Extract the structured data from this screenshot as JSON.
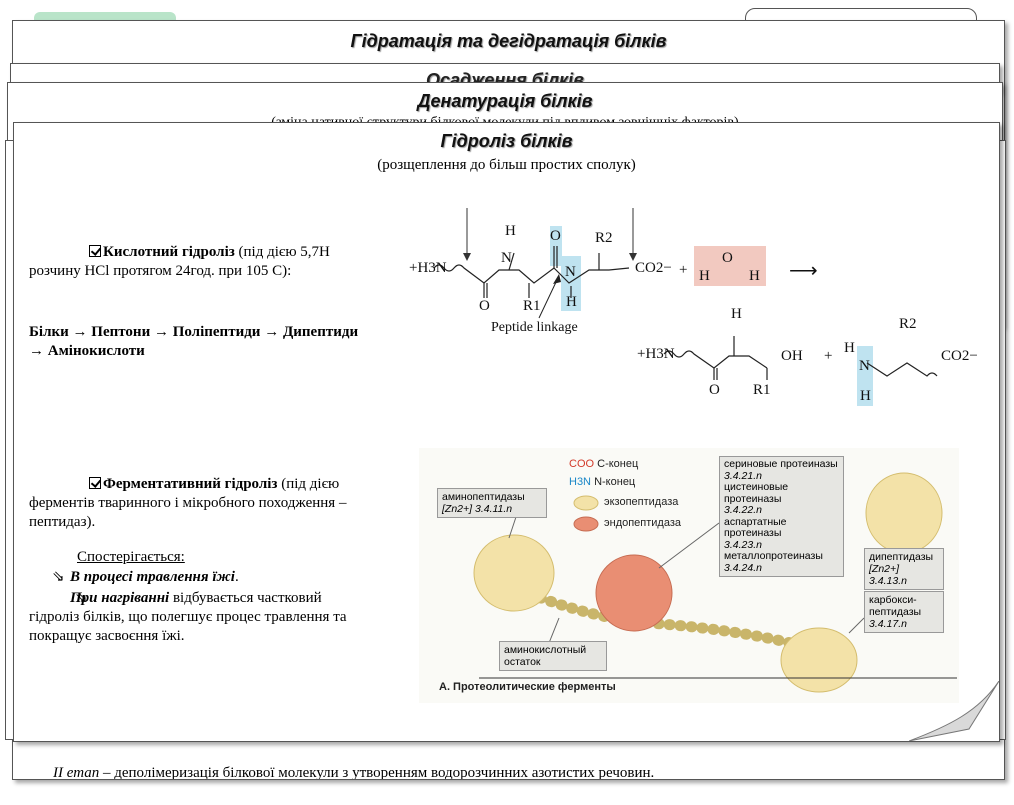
{
  "slides": {
    "hydration_title": "Гідратація та дегідратація білків",
    "precipitation_title": "Осадження білків",
    "denaturation_title": "Денатурація білків",
    "denaturation_subtitle": "(зміна нативної структури білкової молекули під впливом зовнішніх факторів)",
    "hydrolysis_title": "Гідроліз білків",
    "hydrolysis_subtitle": "(розщеплення до більш простих сполук)",
    "bottom_stage": "ІІ етап",
    "bottom_text": " – деполімеризація білкової молекули з утворенням водорозчинних азотистих речовин."
  },
  "acid": {
    "label": "Кислотний гідроліз",
    "text": " (під дією 5,7Н розчину HCl протягом 24год. при 105 С):",
    "chain": "Білки → Пептони → Поліпептиди → Дипептиди → Амінокислоти"
  },
  "enzyme": {
    "label": "Ферментативний гідроліз",
    "text": " (під дією ферментів тваринного і мікробного походження – пептидаз).",
    "observed": "Спостерігається:",
    "item1": "В процесі травлення їжі",
    "item1_end": ".",
    "item2_lead": "При нагріванні",
    "item2_text": " відбувається частковий гідроліз білків, що полегшує процес травлення та покращує засвоєння їжі."
  },
  "reaction": {
    "h3n": "+H3N",
    "h_top": "H",
    "n1": "N",
    "o1": "O",
    "r1": "R1",
    "o2": "O",
    "r2": "R2",
    "n2": "N",
    "h2": "H",
    "co2": "CO2−",
    "plus": "+",
    "water_h1": "H",
    "water_o": "O",
    "water_h2": "H",
    "arrow": "⟶",
    "peptide_linkage": "Peptide linkage",
    "p_h3n": "+H3N",
    "p_h": "H",
    "p_n": "N",
    "p_o": "O",
    "p_oh": "OH",
    "p_r1": "R1",
    "p_plus": "+",
    "p_h_left": "H",
    "p_n2": "N",
    "p_h_bottom": "H",
    "p_r2": "R2",
    "p_co2": "CO2−"
  },
  "enzymes_figure": {
    "coo_label": "С-конец",
    "n_label": "N-конец",
    "exo_label": "экзопептидаза",
    "endo_label": "эндопептидаза",
    "serine": "сериновые протеиназы",
    "serine_ec": "3.4.21.n",
    "cysteine": "цистеиновые протеиназы",
    "cysteine_ec": "3.4.22.n",
    "aspartate": "аспартатные протеиназы",
    "aspartate_ec": "3.4.23.n",
    "metallo": "металлопротеиназы",
    "metallo_ec": "3.4.24.n",
    "aminopeptidases": "аминопептидазы",
    "aminopeptidases_ec": "[Zn2+] 3.4.11.n",
    "dipeptidases": "дипептидазы",
    "dipeptidases_ec": "[Zn2+] 3.4.13.n",
    "carboxy": "карбокси-пептидазы",
    "carboxy_ec": "3.4.17.n",
    "residue": "аминокислотный остаток",
    "caption": "А. Протеолитические ферменты",
    "coo": "COO",
    "h3n": "H3N"
  },
  "colors": {
    "peptide_highlight": "#bfe3f0",
    "water_highlight": "#f2c9c0",
    "exo": "#f3e2a8",
    "endo": "#e98e73",
    "green_tab": "#b9e4c9"
  }
}
